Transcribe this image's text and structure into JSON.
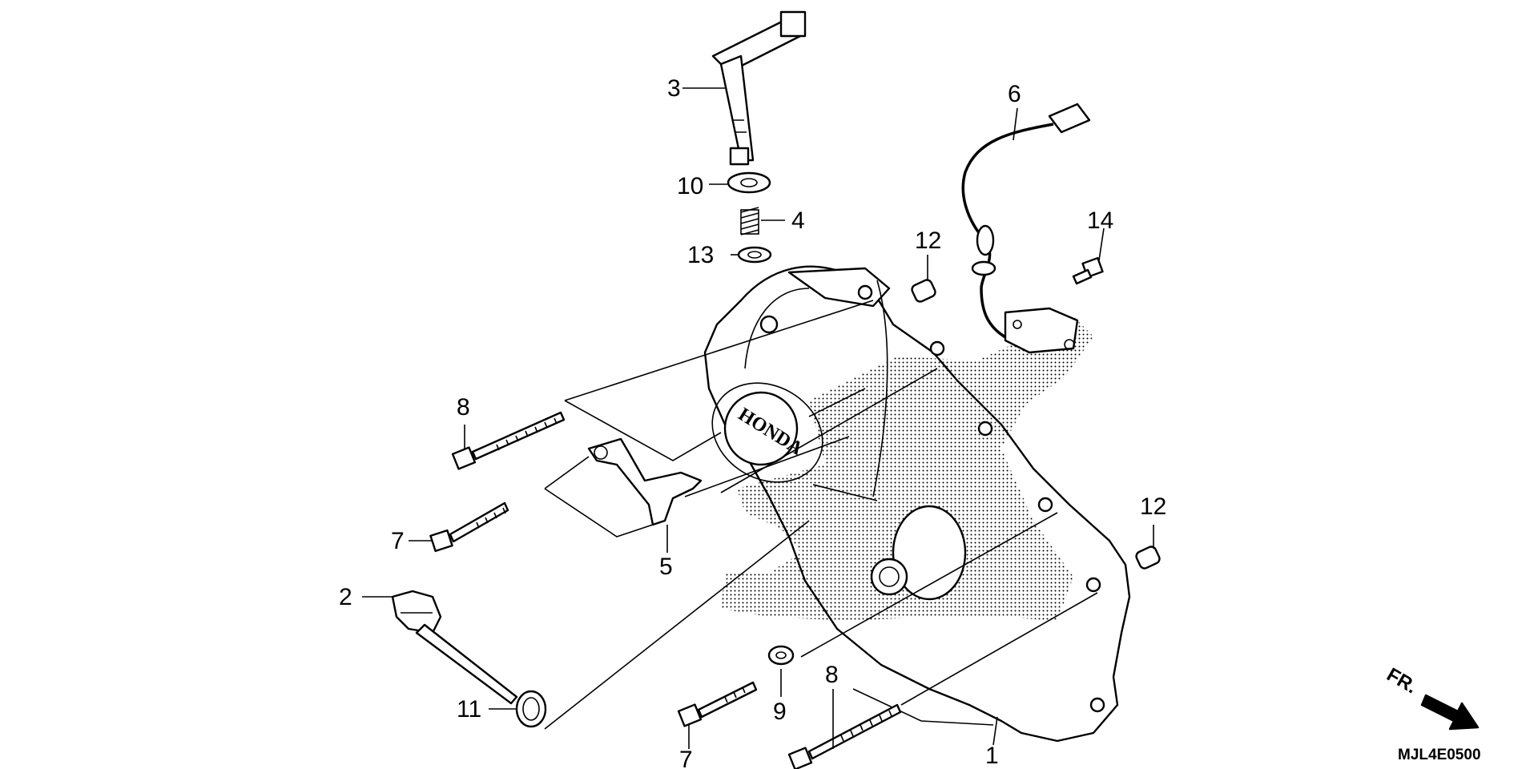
{
  "diagram": {
    "code": "MJL4E0500",
    "direction_label": "FR.",
    "logo_text": "HONDA",
    "callouts": [
      {
        "id": "c1",
        "text": "1"
      },
      {
        "id": "c2",
        "text": "2"
      },
      {
        "id": "c3",
        "text": "3"
      },
      {
        "id": "c4",
        "text": "4"
      },
      {
        "id": "c5",
        "text": "5"
      },
      {
        "id": "c6",
        "text": "6"
      },
      {
        "id": "c7a",
        "text": "7"
      },
      {
        "id": "c7b",
        "text": "7"
      },
      {
        "id": "c8a",
        "text": "8"
      },
      {
        "id": "c8b",
        "text": "8"
      },
      {
        "id": "c9",
        "text": "9"
      },
      {
        "id": "c10",
        "text": "10"
      },
      {
        "id": "c11",
        "text": "11"
      },
      {
        "id": "c12a",
        "text": "12"
      },
      {
        "id": "c12b",
        "text": "12"
      },
      {
        "id": "c13",
        "text": "13"
      },
      {
        "id": "c14",
        "text": "14"
      }
    ]
  }
}
